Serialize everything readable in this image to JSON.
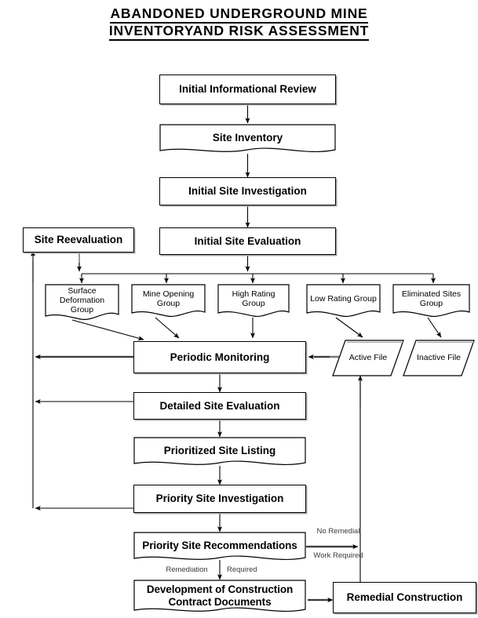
{
  "title": {
    "line1": "ABANDONED  UNDERGROUND  MINE",
    "line2": "INVENTORYAND  RISK  ASSESSMENT"
  },
  "nodes": {
    "initial_informational_review": "Initial  Informational  Review",
    "site_inventory": "Site  Inventory",
    "initial_site_investigation": "Initial Site Investigation",
    "site_reevaluation": "Site Reevaluation",
    "initial_site_evaluation": "Initial Site Evaluation",
    "surface_deformation_group": "Surface Deformation Group",
    "mine_opening_group": "Mine Opening Group",
    "high_rating_group": "High Rating Group",
    "low_rating_group": "Low Rating Group",
    "eliminated_sites_group": "Eliminated Sites Group",
    "periodic_monitoring": "Periodic Monitoring",
    "active_file": "Active File",
    "inactive_file": "Inactive File",
    "detailed_site_evaluation": "Detailed Site Evaluation",
    "prioritized_site_listing": "Prioritized Site Listing",
    "priority_site_investigation": "Priority Site Investigation",
    "priority_site_recommendations": "Priority Site Recommendations",
    "development_of_construction": "Development of Construction Contract Documents",
    "remedial_construction": "Remedial Construction"
  },
  "edge_labels": {
    "no_remedial": "No Remedial",
    "work_required": "Work Required",
    "remediation": "Remediation",
    "required": "Required"
  },
  "colors": {
    "stroke": "#000000",
    "shadow": "#a8a8a8",
    "background": "#ffffff",
    "edge_text": "#3a3a3a"
  }
}
